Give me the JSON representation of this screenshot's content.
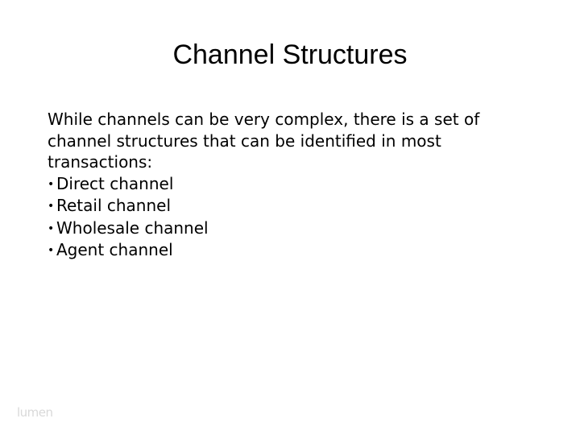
{
  "slide": {
    "title": "Channel Structures",
    "intro": "While channels can be very complex, there is a set of channel structures that can be identified in most transactions:",
    "bullet_symbol": "•",
    "bullets": [
      "Direct channel",
      "Retail channel",
      "Wholesale channel",
      "Agent channel"
    ],
    "logo_text": "lumen"
  }
}
